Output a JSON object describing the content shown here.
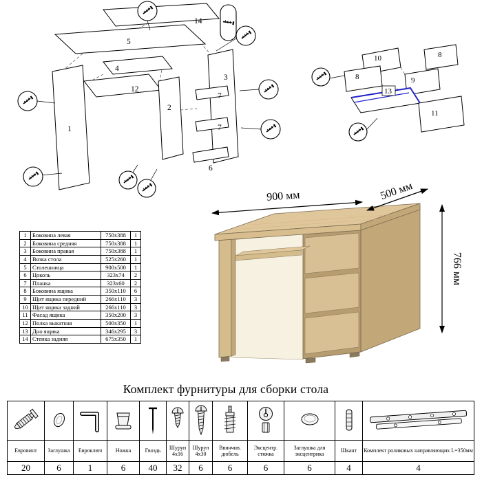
{
  "page": {
    "hardware_title": "Комплект фурнитуры для сборки стола"
  },
  "desk": {
    "width_label": "900 мм",
    "depth_label": "500 мм",
    "height_label": "766 мм"
  },
  "diagrams": {
    "main": {
      "labels": [
        "14",
        "5",
        "4",
        "12",
        "2",
        "1",
        "3",
        "7",
        "7",
        "6"
      ]
    },
    "drawer": {
      "labels": [
        "10",
        "8",
        "8",
        "9",
        "13",
        "11"
      ]
    }
  },
  "parts_table": {
    "rows": [
      {
        "num": "1",
        "name": "Боковина левая",
        "size": "750x388",
        "qty": "1"
      },
      {
        "num": "2",
        "name": "Боковина средняя",
        "size": "750x388",
        "qty": "1"
      },
      {
        "num": "3",
        "name": "Боковина правая",
        "size": "750x388",
        "qty": "1"
      },
      {
        "num": "4",
        "name": "Вязка стола",
        "size": "525x260",
        "qty": "1"
      },
      {
        "num": "5",
        "name": "Столешница",
        "size": "900x500",
        "qty": "1"
      },
      {
        "num": "6",
        "name": "Цоколь",
        "size": "323x74",
        "qty": "2"
      },
      {
        "num": "7",
        "name": "Планка",
        "size": "323x60",
        "qty": "2"
      },
      {
        "num": "8",
        "name": "Боковина ящика",
        "size": "350x110",
        "qty": "6"
      },
      {
        "num": "9",
        "name": "Щит ящика передний",
        "size": "266x110",
        "qty": "3"
      },
      {
        "num": "10",
        "name": "Щит ящика задний",
        "size": "266x110",
        "qty": "3"
      },
      {
        "num": "11",
        "name": "Фасад ящика",
        "size": "350x200",
        "qty": "3"
      },
      {
        "num": "12",
        "name": "Полка выкатная",
        "size": "500x350",
        "qty": "1"
      },
      {
        "num": "13",
        "name": "Дно ящика",
        "size": "346x295",
        "qty": "3"
      },
      {
        "num": "14",
        "name": "Стенка задняя",
        "size": "675x350",
        "qty": "1"
      }
    ]
  },
  "hardware_table": {
    "items": [
      {
        "label": "Евровинт",
        "qty": "20",
        "icon": "euro-screw-icon"
      },
      {
        "label": "Заглушка",
        "qty": "6",
        "icon": "cap-icon"
      },
      {
        "label": "Евроключ",
        "qty": "1",
        "icon": "hex-key-icon"
      },
      {
        "label": "Ножка",
        "qty": "6",
        "icon": "leg-icon"
      },
      {
        "label": "Гвоздь",
        "qty": "40",
        "icon": "nail-icon"
      },
      {
        "label": "Шуруп 4х16",
        "qty": "32",
        "icon": "screw-4x16-icon"
      },
      {
        "label": "Шуруп 4х30",
        "qty": "6",
        "icon": "screw-4x30-icon"
      },
      {
        "label": "Ввинчив. дюбель",
        "qty": "6",
        "icon": "screw-dowel-icon"
      },
      {
        "label": "Эксцентр. стяжка",
        "qty": "6",
        "icon": "cam-lock-icon"
      },
      {
        "label": "Заглушка для эксцентрика",
        "qty": "6",
        "icon": "cam-cap-icon"
      },
      {
        "label": "Шкант",
        "qty": "4",
        "icon": "dowel-icon"
      },
      {
        "label": "Комплект роликовых направляющих L=350мм",
        "qty": "4",
        "icon": "drawer-slides-icon"
      }
    ]
  },
  "colors": {
    "wood_top": "#e0c79b",
    "wood_front": "#d5bc8d",
    "wood_side": "#c2a778",
    "outline": "#000000",
    "highlight_blue": "#2222cc"
  }
}
